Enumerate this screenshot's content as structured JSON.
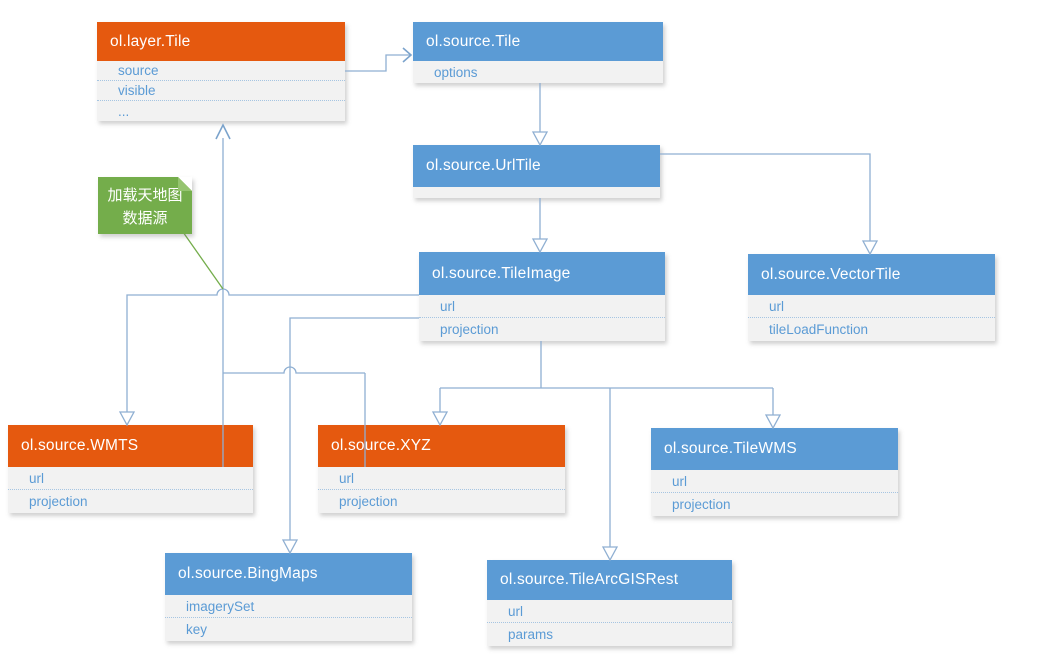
{
  "diagram_type": "class-diagram",
  "colors": {
    "orange_header": "#E5590F",
    "blue_header": "#5B9BD5",
    "body_gray": "#F2F2F2",
    "row_text_blue": "#5B9BD5",
    "connector_blue": "#8FAFD2",
    "note_green": "#74AD4B",
    "note_fold_green": "#95C46F"
  },
  "note": {
    "line1": "加载天地图",
    "line2": "数据源"
  },
  "nodes": [
    {
      "id": "layer-tile",
      "title": "ol.layer.Tile",
      "variant": "orange",
      "rows": [
        "source",
        "visible",
        "..."
      ]
    },
    {
      "id": "source-tile",
      "title": "ol.source.Tile",
      "variant": "blue",
      "rows": [
        "options"
      ]
    },
    {
      "id": "url-tile",
      "title": "ol.source.UrlTile",
      "variant": "blue",
      "rows": []
    },
    {
      "id": "tile-image",
      "title": "ol.source.TileImage",
      "variant": "blue",
      "rows": [
        "url",
        "projection"
      ]
    },
    {
      "id": "vector-tile",
      "title": "ol.source.VectorTile",
      "variant": "blue",
      "rows": [
        "url",
        "tileLoadFunction"
      ]
    },
    {
      "id": "wmts",
      "title": "ol.source.WMTS",
      "variant": "orange",
      "rows": [
        "url",
        "projection"
      ]
    },
    {
      "id": "xyz",
      "title": "ol.source.XYZ",
      "variant": "orange",
      "rows": [
        "url",
        "projection"
      ]
    },
    {
      "id": "tile-wms",
      "title": "ol.source.TileWMS",
      "variant": "blue",
      "rows": [
        "url",
        "projection"
      ]
    },
    {
      "id": "bing-maps",
      "title": "ol.source.BingMaps",
      "variant": "blue",
      "rows": [
        "imagerySet",
        "key"
      ]
    },
    {
      "id": "tile-arcgis-rest",
      "title": "ol.source.TileArcGISRest",
      "variant": "blue",
      "rows": [
        "url",
        "params"
      ]
    }
  ],
  "edges": [
    {
      "from": "layer-tile.source",
      "to": "source-tile",
      "arrow": "open-chevron"
    },
    {
      "from": "source-tile",
      "to": "url-tile",
      "arrow": "hollow-triangle"
    },
    {
      "from": "url-tile",
      "to": "tile-image",
      "arrow": "hollow-triangle"
    },
    {
      "from": "url-tile",
      "to": "vector-tile",
      "arrow": "hollow-triangle"
    },
    {
      "from": "tile-image.url",
      "to": "wmts",
      "arrow": "hollow-triangle"
    },
    {
      "from": "tile-image.projection",
      "to": "bing-maps",
      "arrow": "hollow-triangle"
    },
    {
      "from": "tile-image",
      "to": "xyz",
      "arrow": "hollow-triangle"
    },
    {
      "from": "tile-image",
      "to": "tile-wms",
      "arrow": "hollow-triangle"
    },
    {
      "from": "tile-image",
      "to": "tile-arcgis-rest",
      "arrow": "hollow-triangle"
    },
    {
      "from": "wmts-xyz-junction",
      "to": "layer-tile",
      "arrow": "open-chevron"
    },
    {
      "from": "note",
      "to": "wmts-xyz-junction",
      "arrow": "none"
    }
  ]
}
